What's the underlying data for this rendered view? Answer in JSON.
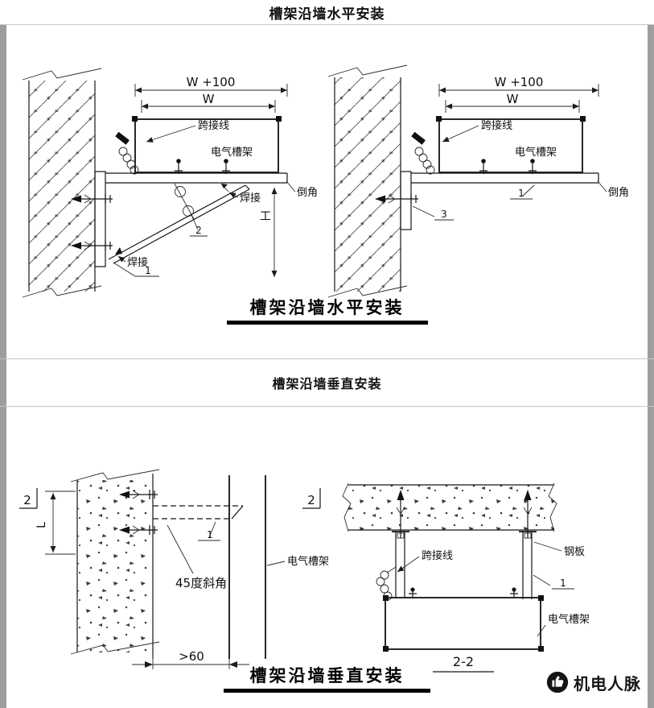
{
  "page": {
    "headers": {
      "top": "槽架沿墙水平安装",
      "middle": "槽架沿墙垂直安装"
    }
  },
  "horizontal": {
    "title": "槽架沿墙水平安装",
    "left": {
      "dim_outer": "W +100",
      "dim_inner": "W",
      "jumper_label": "跨接线",
      "tray_label": "电气槽架",
      "chamfer_label": "倒角",
      "weld_label_top": "焊接",
      "weld_label_bottom": "焊接",
      "callout_1": "1",
      "callout_2": "2",
      "height_label": "工"
    },
    "right": {
      "dim_outer": "W +100",
      "dim_inner": "W",
      "jumper_label": "跨接线",
      "tray_label": "电气槽架",
      "chamfer_label": "倒角",
      "callout_1": "1",
      "callout_3": "3"
    }
  },
  "vertical": {
    "title": "槽架沿墙垂直安装",
    "left": {
      "section_mark": "2",
      "length_label": "L",
      "callout_1": "1",
      "tray_label": "电气槽架",
      "bevel_label": "45度斜角",
      "dim_bottom": "&gt;60"
    },
    "right": {
      "section_mark": "2",
      "jumper_label": "跨接线",
      "steel_plate_label": "钢板",
      "callout_1": "1",
      "tray_label": "电气槽架",
      "section_title": "2-2"
    }
  },
  "logo": {
    "text": "机电人脉"
  }
}
